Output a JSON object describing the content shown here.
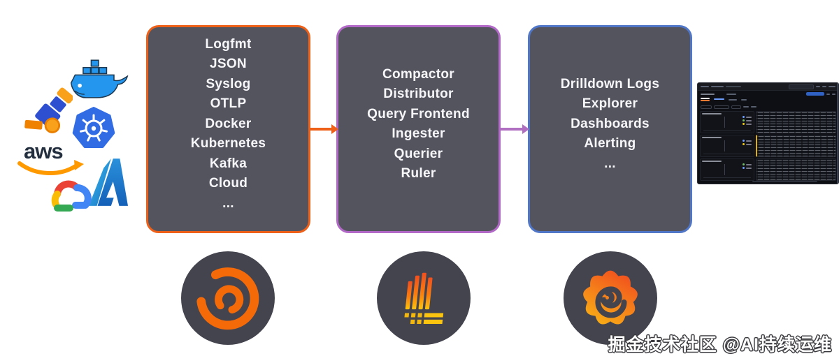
{
  "colors": {
    "canvas-bg": "#ffffff",
    "box-fill": "#54545f",
    "box-text": "#f7f7fa",
    "box1-border": "#ee5f18",
    "box2-border": "#b168c6",
    "box3-border": "#5076c8",
    "connector1": "#ee5f18",
    "connector2": "#b06fc0",
    "circle-fill": "#44444f",
    "watermark-outline": "#3c3c40",
    "alloy-orange": "#f46a09",
    "loki-orange": "#f04f1f",
    "loki-yellow": "#fbc40f",
    "grafana-orange": "#f2561d",
    "grafana-yellow": "#f9b915",
    "kubernetes-blue": "#326ce5",
    "docker-blue": "#2496ed",
    "aws-navy": "#232f3e",
    "aws-orange": "#ff9900"
  },
  "source_icons": [
    {
      "icon": "opentelemetry-telescope-icon"
    },
    {
      "icon": "docker-whale-icon"
    },
    {
      "icon": "kubernetes-helm-icon"
    },
    {
      "icon": "aws-logo-icon"
    },
    {
      "icon": "azure-logo-icon"
    },
    {
      "icon": "google-cloud-logo-icon"
    }
  ],
  "boxes": [
    {
      "name": "log-inputs",
      "items": [
        "Logfmt",
        "JSON",
        "Syslog",
        "OTLP",
        "Docker",
        "Kubernetes",
        "Kafka",
        "Cloud",
        "..."
      ]
    },
    {
      "name": "loki-components",
      "items": [
        "Compactor",
        "Distributor",
        "Query Frontend",
        "Ingester",
        "Querier",
        "Ruler"
      ]
    },
    {
      "name": "grafana-features",
      "items": [
        "Drilldown Logs",
        "Explorer",
        "Dashboards",
        "Alerting",
        "..."
      ]
    }
  ],
  "connectors": [
    {
      "from": "log-inputs",
      "to": "loki-components"
    },
    {
      "from": "loki-components",
      "to": "grafana-features"
    }
  ],
  "product_icons": [
    {
      "icon": "grafana-alloy-logo-icon"
    },
    {
      "icon": "grafana-loki-logo-icon"
    },
    {
      "icon": "grafana-logo-icon"
    }
  ],
  "screenshot": {
    "description": "grafana-logs-dashboard-screenshot"
  },
  "watermark": {
    "text": "掘金技术社区 @AI持续运维"
  }
}
